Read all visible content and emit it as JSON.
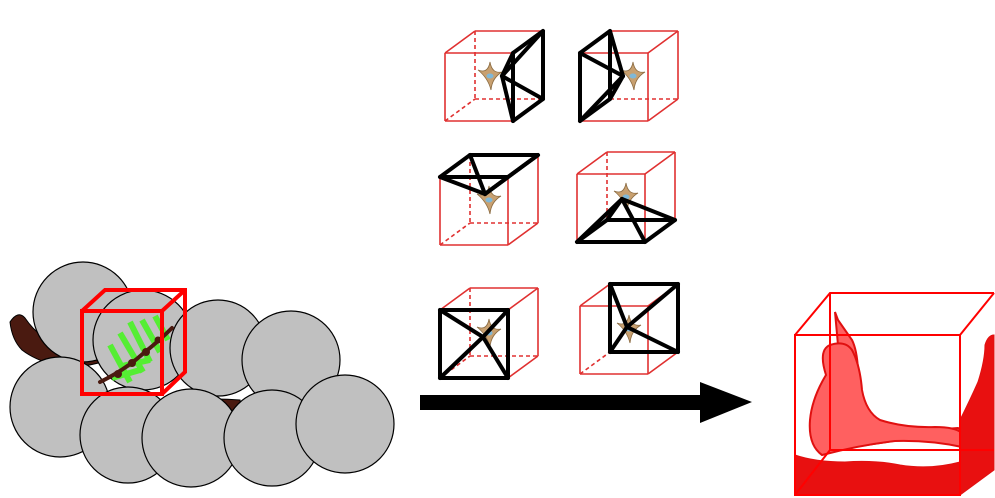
{
  "diagram": {
    "colors": {
      "grain": "#c0c0c0",
      "stem": "#4a1a10",
      "grid_box": "#ff0000",
      "crystal": "#55ee33",
      "cube_edge": "#e03030",
      "facet": "#000000",
      "tip_body": "#c8a070",
      "tip_core": "#7fb8d8",
      "fill_back": "#ff6060",
      "fill_front": "#e81010",
      "arrow": "#000000"
    },
    "icons": [
      "grain-cluster",
      "grid-box",
      "dendrite-crystal",
      "cube-with-facets",
      "process-arrow",
      "phase-field-volume"
    ],
    "facet_variants": [
      "right",
      "left",
      "top",
      "bottom",
      "front",
      "back"
    ]
  }
}
